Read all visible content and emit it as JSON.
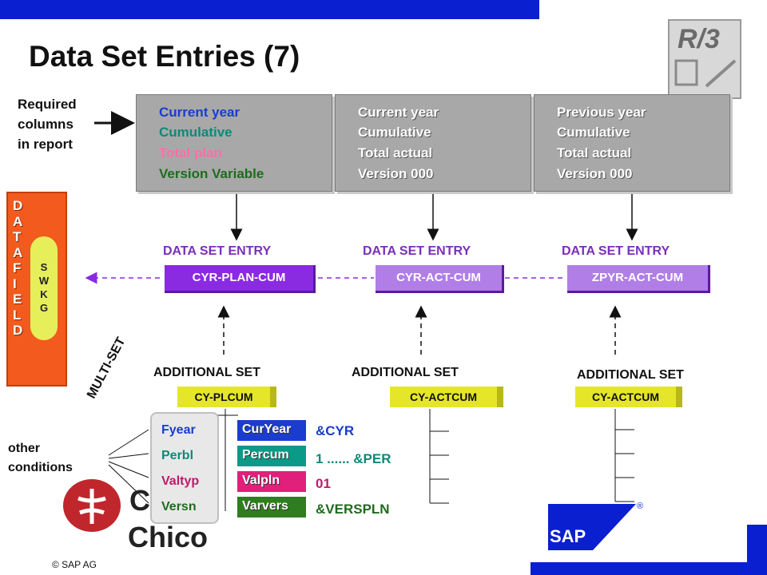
{
  "title": "Data Set Entries (7)",
  "logo": {
    "r3_text": "R/3",
    "sap_text": "SAP",
    "registered": "®",
    "copyright": "© SAP AG"
  },
  "required_label": [
    "Required",
    "columns",
    "in report"
  ],
  "columns": [
    {
      "lines": [
        {
          "text": "Current year",
          "color": "#1a3ccf"
        },
        {
          "text": "Cumulative",
          "color": "#0b8a7a"
        },
        {
          "text": "Total plan",
          "color": "#ff6fa8"
        },
        {
          "text": "Version Variable",
          "color": "#1f6b1f"
        }
      ]
    },
    {
      "lines": [
        {
          "text": "Current year"
        },
        {
          "text": "Cumulative"
        },
        {
          "text": "Total actual"
        },
        {
          "text": "Version 000"
        }
      ]
    },
    {
      "lines": [
        {
          "text": "Previous year"
        },
        {
          "text": "Cumulative"
        },
        {
          "text": "Total actual"
        },
        {
          "text": "Version 000"
        }
      ]
    }
  ],
  "data_set_entries": [
    {
      "label": "DATA SET ENTRY",
      "name": "CYR-PLAN-CUM"
    },
    {
      "label": "DATA SET ENTRY",
      "name": "CYR-ACT-CUM"
    },
    {
      "label": "DATA SET ENTRY",
      "name": "ZPYR-ACT-CUM"
    }
  ],
  "datafield": {
    "letters": "DATAFIELD",
    "swkg": "SWKG"
  },
  "additional_sets": [
    {
      "label": "ADDITIONAL SET",
      "name": "CY-PLCUM"
    },
    {
      "label": "ADDITIONAL SET",
      "name": "CY-ACTCUM"
    },
    {
      "label": "ADDITIONAL SET",
      "name": "CY-ACTCUM"
    }
  ],
  "multi_set": "MULTI-SET",
  "other_conditions": [
    "other",
    "conditions"
  ],
  "fields": [
    {
      "name": "Fyear",
      "color": "#1a3ccf"
    },
    {
      "name": "Perbl",
      "color": "#0b8a7a"
    },
    {
      "name": "Valtyp",
      "color": "#c2186a"
    },
    {
      "name": "Versn",
      "color": "#1f6b1f"
    }
  ],
  "variables": [
    {
      "name": "CurYear",
      "bg": "#1a3ccf",
      "value": "&CYR",
      "value_color": "#1a3ccf"
    },
    {
      "name": "Percum",
      "bg": "#0b9a88",
      "value": "1 ...... &PER",
      "value_color": "#0b8a7a"
    },
    {
      "name": "Valpln",
      "bg": "#e0207a",
      "value": "01",
      "value_color": "#c2186a"
    },
    {
      "name": "Varvers",
      "bg": "#2e7d1e",
      "value": "&VERSPLN",
      "value_color": "#1f6b1f"
    }
  ],
  "chico": [
    "C",
    "Chico"
  ]
}
